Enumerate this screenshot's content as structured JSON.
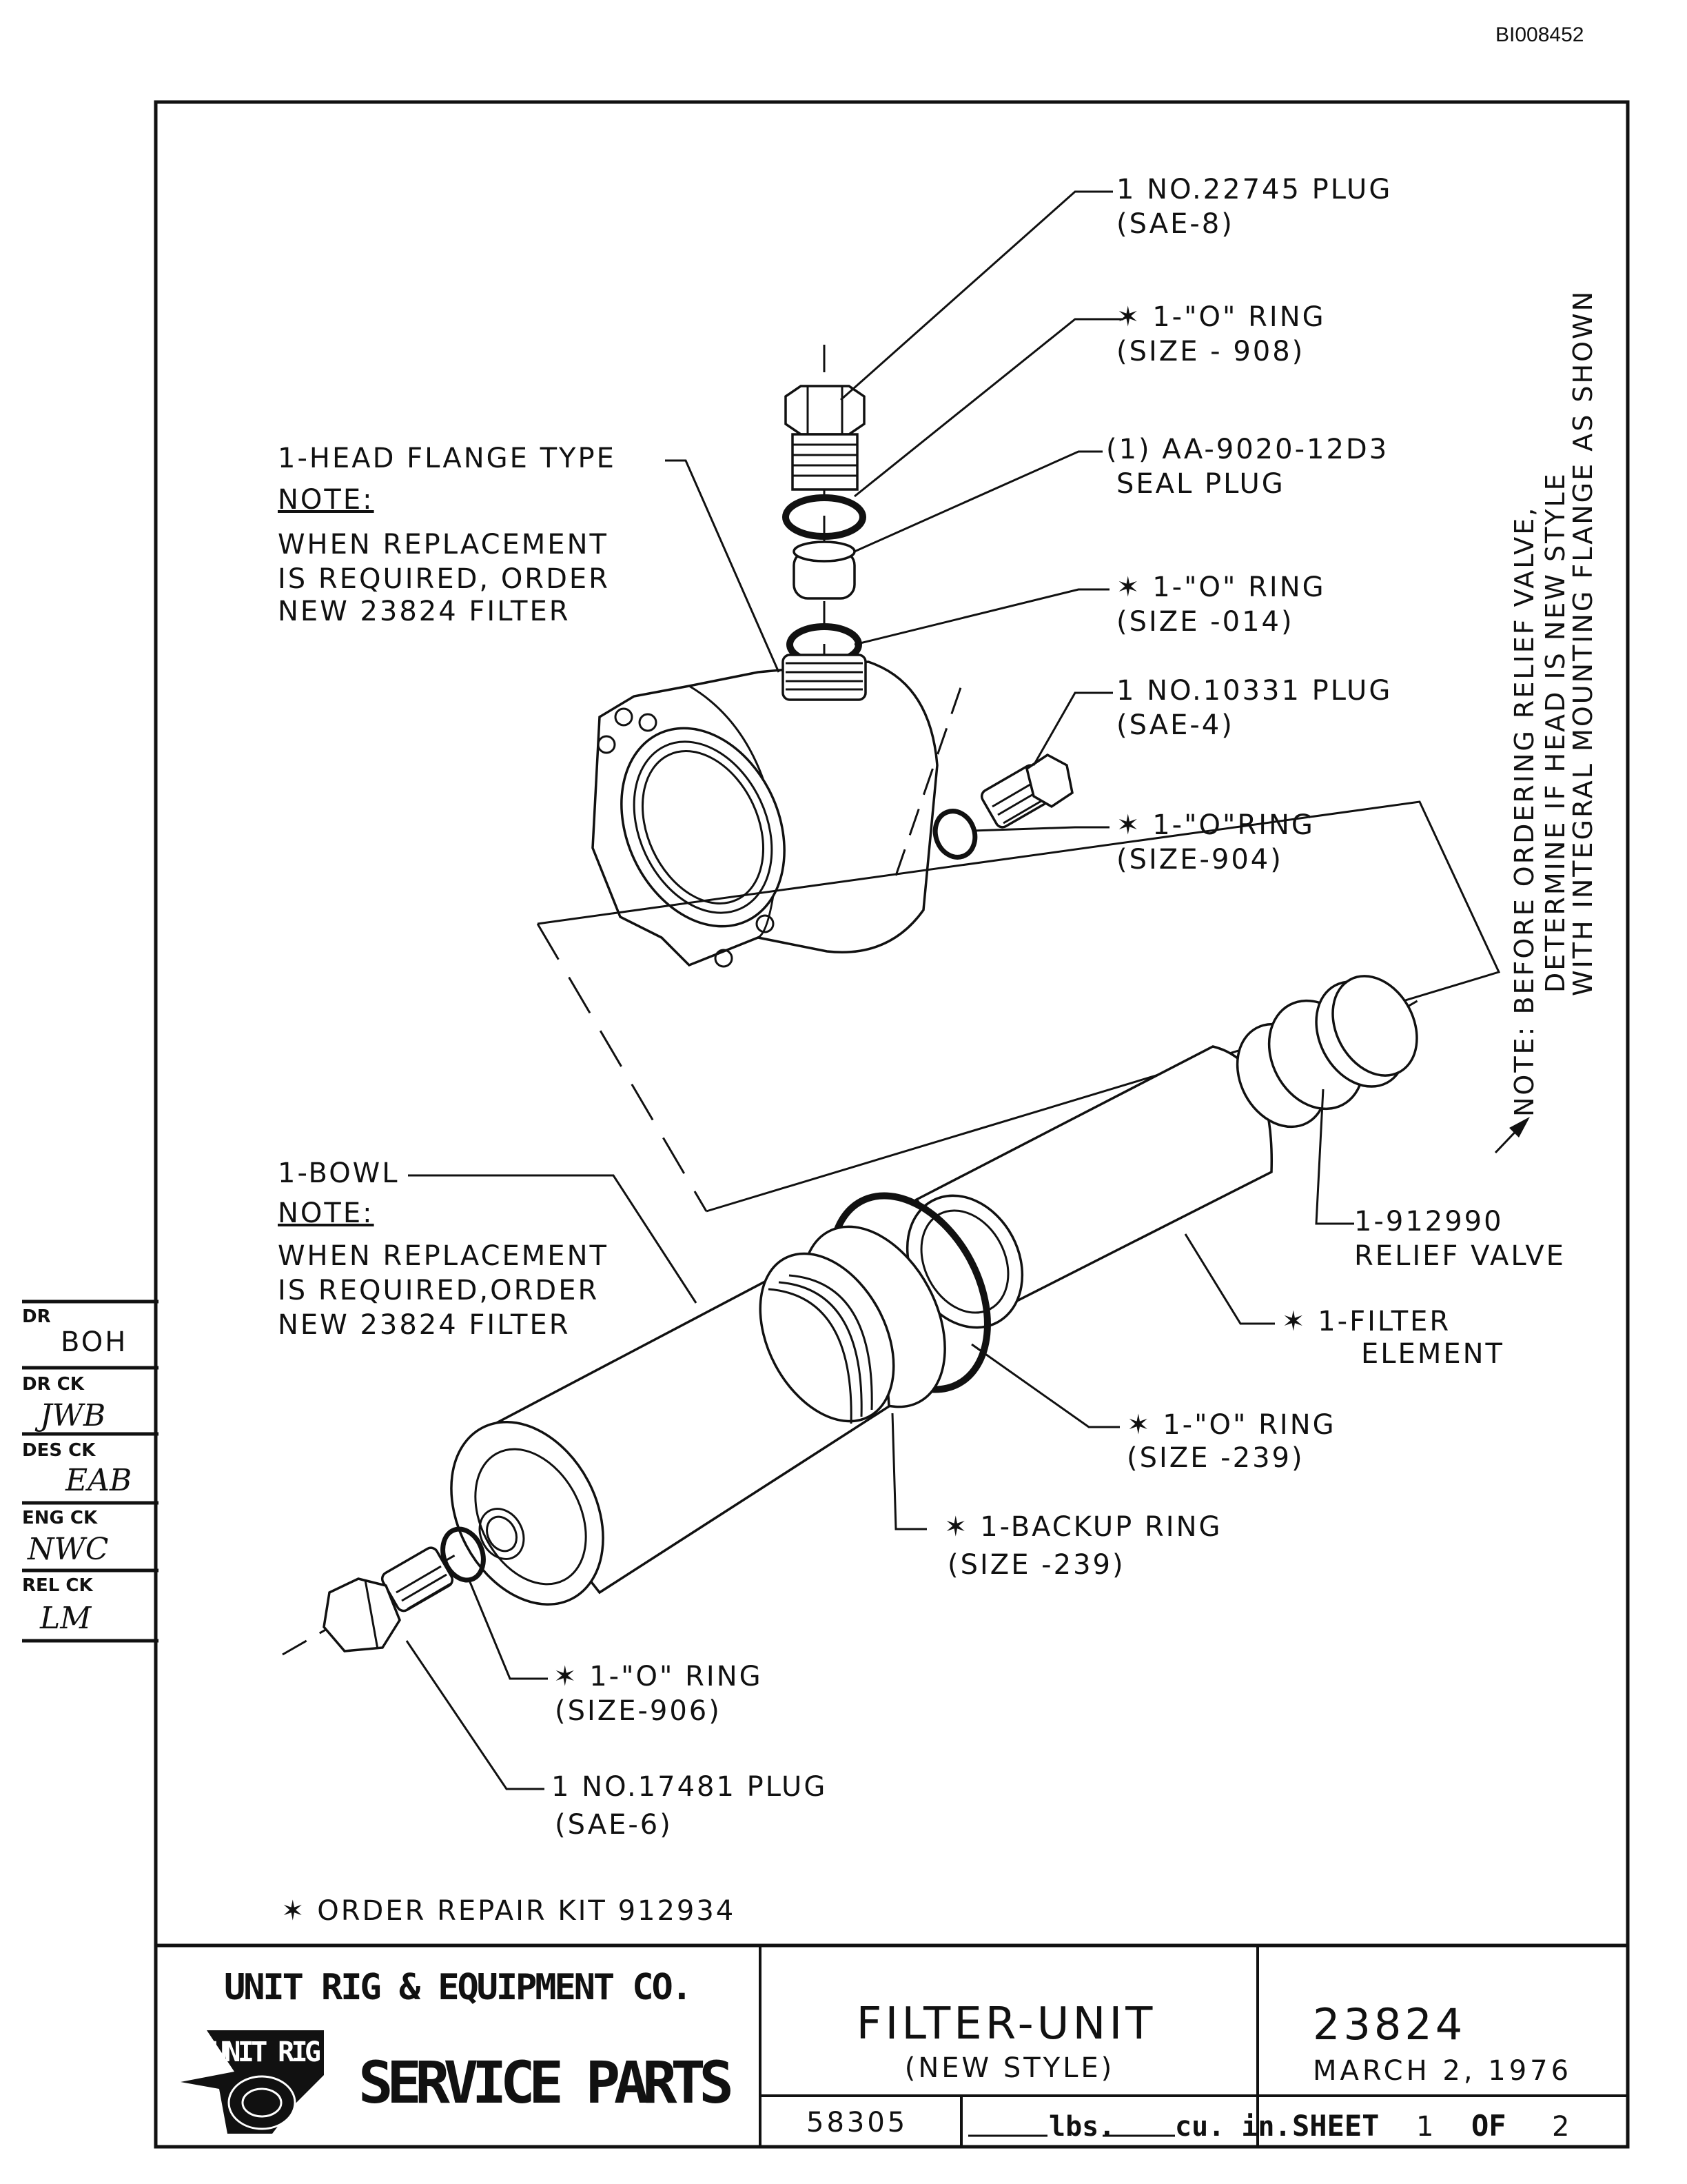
{
  "doc_id": "BI008452",
  "callouts": {
    "plug_22745": [
      "1 NO.22745 PLUG",
      "(SAE-8)"
    ],
    "oring_908": [
      "✶ 1-\"O\" RING",
      "(SIZE - 908)"
    ],
    "seal_plug": [
      "(1) AA-9020-12D3",
      "SEAL PLUG"
    ],
    "oring_014": [
      "✶ 1-\"O\" RING",
      "(SIZE -014)"
    ],
    "plug_10331": [
      "1 NO.10331 PLUG",
      "(SAE-4)"
    ],
    "oring_904": [
      "✶ 1-\"O\"RING",
      "(SIZE-904)"
    ],
    "head": [
      "1-HEAD FLANGE TYPE",
      "NOTE:",
      "WHEN REPLACEMENT",
      "IS REQUIRED, ORDER",
      "NEW 23824 FILTER"
    ],
    "bowl": [
      "1-BOWL",
      "NOTE:",
      "WHEN REPLACEMENT",
      "IS REQUIRED,ORDER",
      "NEW 23824 FILTER"
    ],
    "relief_valve": [
      "1-912990",
      "RELIEF VALVE"
    ],
    "filter_element": [
      "✶ 1-FILTER",
      "ELEMENT"
    ],
    "oring_239": [
      "✶ 1-\"O\" RING",
      "(SIZE -239)"
    ],
    "backup_ring": [
      "✶ 1-BACKUP RING",
      "(SIZE -239)"
    ],
    "oring_906": [
      "✶ 1-\"O\" RING",
      "(SIZE-906)"
    ],
    "plug_17481": [
      "1 NO.17481 PLUG",
      "(SAE-6)"
    ],
    "repair_kit": "✶ ORDER REPAIR KIT 912934",
    "side_note": [
      "NOTE: BEFORE ORDERING RELIEF VALVE,",
      "DETERMINE IF HEAD IS NEW STYLE",
      "WITH INTEGRAL MOUNTING FLANGE AS SHOWN"
    ]
  },
  "approvals": [
    {
      "label": "DR",
      "value": "BOH"
    },
    {
      "label": "DR CK",
      "value": "JWB"
    },
    {
      "label": "DES CK",
      "value": "EAB"
    },
    {
      "label": "ENG CK",
      "value": "NWC"
    },
    {
      "label": "REL CK",
      "value": "LM"
    }
  ],
  "title_block": {
    "company": "UNIT RIG & EQUIPMENT CO.",
    "logo_text": "UNIT RIG",
    "service": "SERVICE PARTS",
    "title": "FILTER-UNIT",
    "subtitle": "(NEW STYLE)",
    "part_number": "23824",
    "date": "MARCH 2, 1976",
    "code": "58305",
    "lbs_label": "lbs.",
    "cuin_label": "cu. in.",
    "sheet_label": "SHEET",
    "sheet_num": "1",
    "of_label": "OF",
    "sheet_total": "2"
  }
}
